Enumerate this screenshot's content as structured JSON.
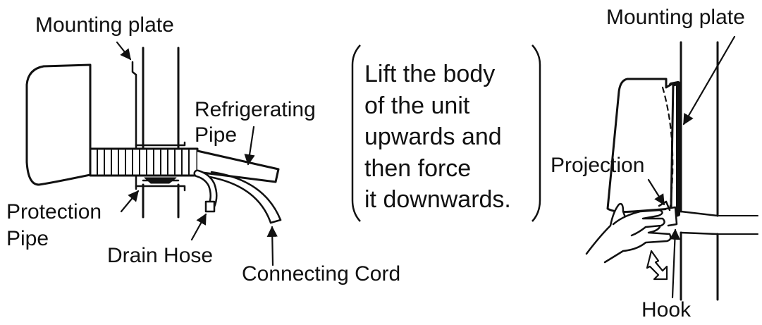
{
  "labels": {
    "left_mounting_plate": "Mounting plate",
    "refrigerating_1": "Refrigerating",
    "refrigerating_2": "Pipe",
    "protection_1": "Protection",
    "protection_2": "Pipe",
    "drain_hose": "Drain Hose",
    "connecting_cord": "Connecting Cord",
    "right_mounting_plate": "Mounting plate",
    "projection": "Projection",
    "hook": "Hook"
  },
  "instruction": {
    "lines": [
      "Lift the body",
      "of the unit",
      "upwards and",
      "then force",
      "it downwards."
    ]
  },
  "colors": {
    "ink": "#111111",
    "paper": "#ffffff"
  }
}
